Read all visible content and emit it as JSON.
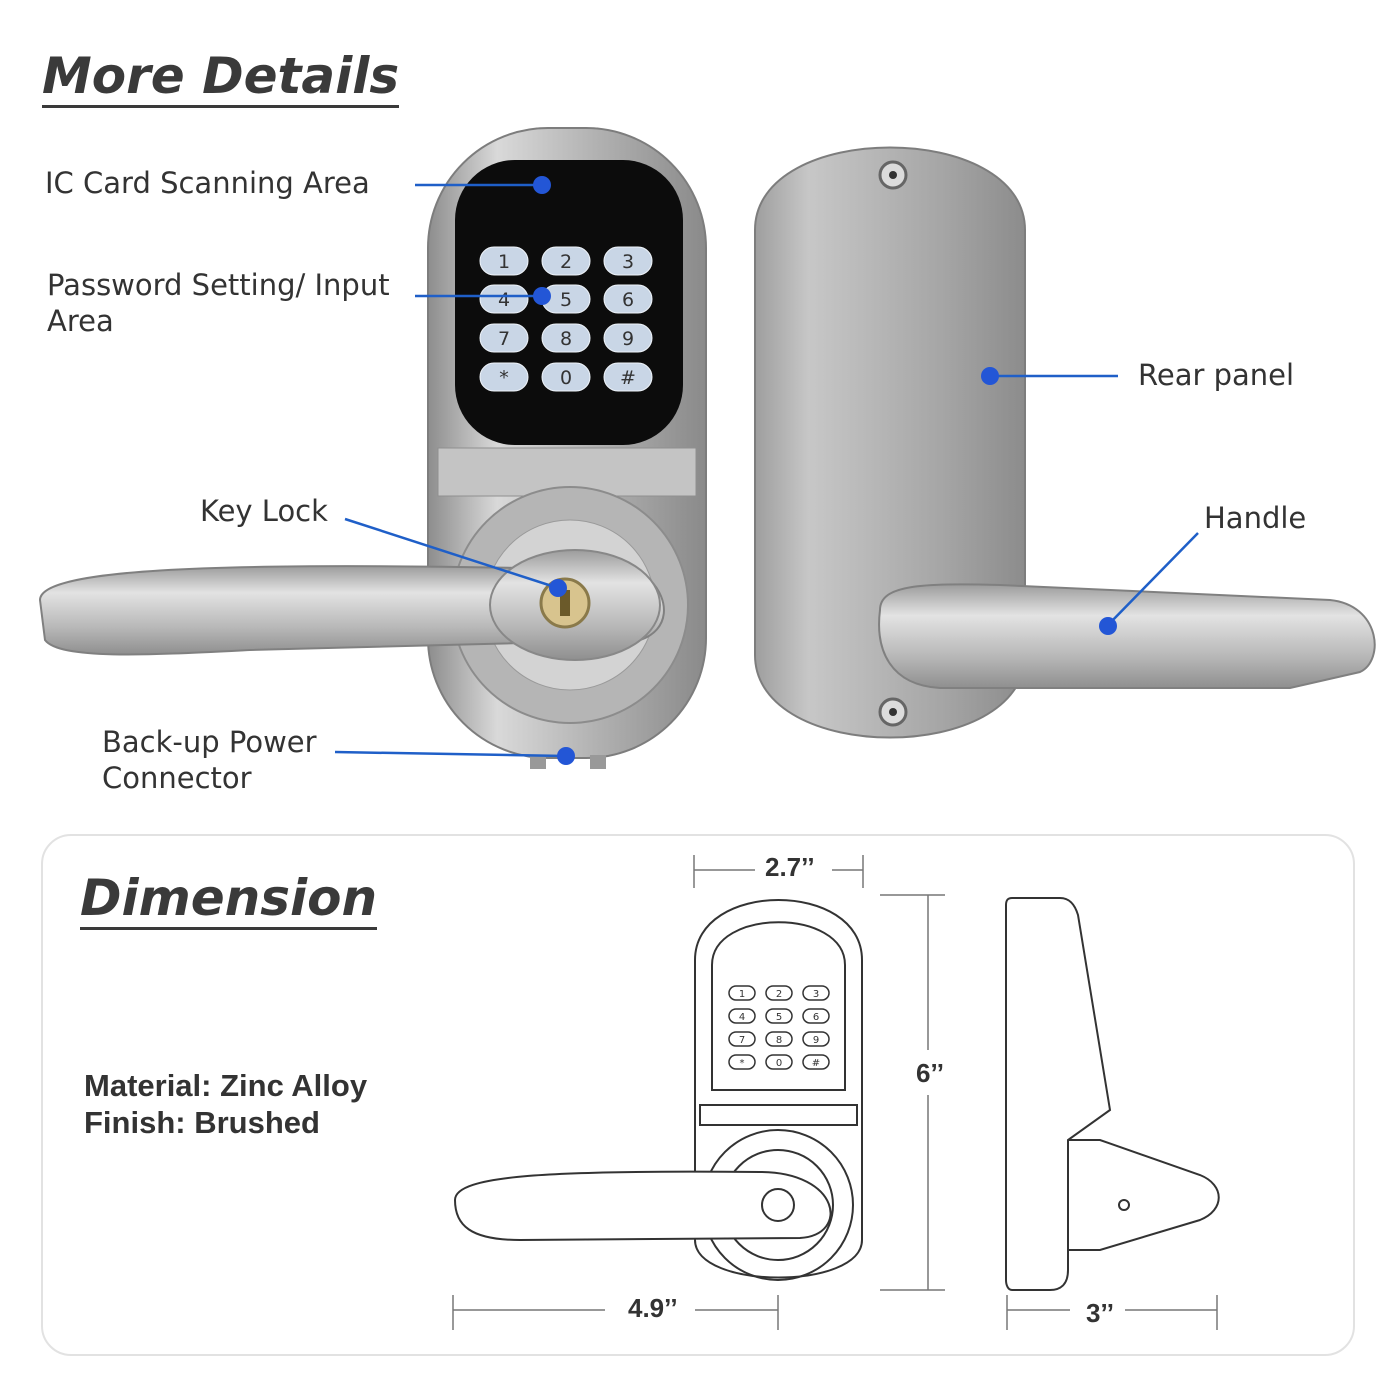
{
  "headings": {
    "more_details": "More Details",
    "dimension": "Dimension"
  },
  "callouts": {
    "ic_card": "IC Card Scanning Area",
    "password": "Password Setting/ Input\nArea",
    "key_lock": "Key Lock",
    "backup_power": "Back-up Power\nConnector",
    "rear_panel": "Rear panel",
    "handle": "Handle"
  },
  "keypad_keys": [
    "1",
    "2",
    "3",
    "4",
    "5",
    "6",
    "7",
    "8",
    "9",
    "*",
    "0",
    "#"
  ],
  "specs": {
    "material": "Material: Zinc Alloy",
    "finish": "Finish: Brushed"
  },
  "dimensions": {
    "width": "2.7’’",
    "height": "6’’",
    "length": "4.9’’",
    "depth": "3’’"
  },
  "colors": {
    "callout_line": "#1f5fc8",
    "callout_dot": "#2356d6",
    "metal": "#b9b9b9",
    "keypad_bg": "#111111"
  }
}
